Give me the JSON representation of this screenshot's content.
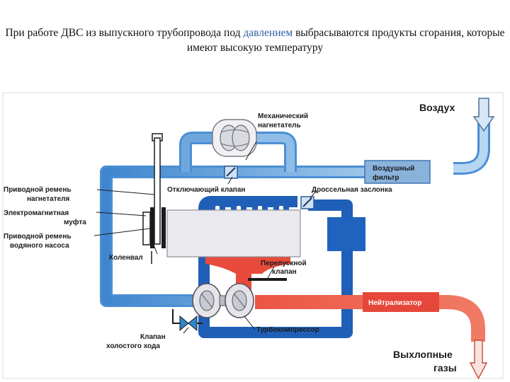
{
  "caption": {
    "before": "При работе ДВС из выпускного трубопровода под ",
    "highlight": "давлением",
    "after": " выбрасываются продукты сгорания, которые имеют высокую температуру"
  },
  "labels": {
    "air": "Воздух",
    "exhaust_1": "Выхлопные",
    "exhaust_2": "газы",
    "mech_supercharger_1": "Механический",
    "mech_supercharger_2": "нагнетатель",
    "air_filter_1": "Воздушный",
    "air_filter_2": "фильтр",
    "cutoff_valve": "Отключающий клапан",
    "throttle": "Дроссельная заслонка",
    "drive_belt_sc_1": "Приводной ремень",
    "drive_belt_sc_2": "нагнетателя",
    "clutch_1": "Электромагнитная",
    "clutch_2": "муфта",
    "drive_belt_pump_1": "Приводной ремень",
    "drive_belt_pump_2": "водяного насоса",
    "crankshaft": "Коленвал",
    "bypass_valve_1": "Перепускной",
    "bypass_valve_2": "клапан",
    "neutralizer": "Нейтрализатор",
    "turbocharger": "Турбокомпрессор",
    "idle_valve_1": "Клапан",
    "idle_valve_2": "холостого хода"
  },
  "colors": {
    "intake_blue": "#4a8fd4",
    "pressure_blue": "#1f5fb8",
    "exhaust_red": "#e84a3c",
    "engine_grey": "#e9e9ee"
  }
}
